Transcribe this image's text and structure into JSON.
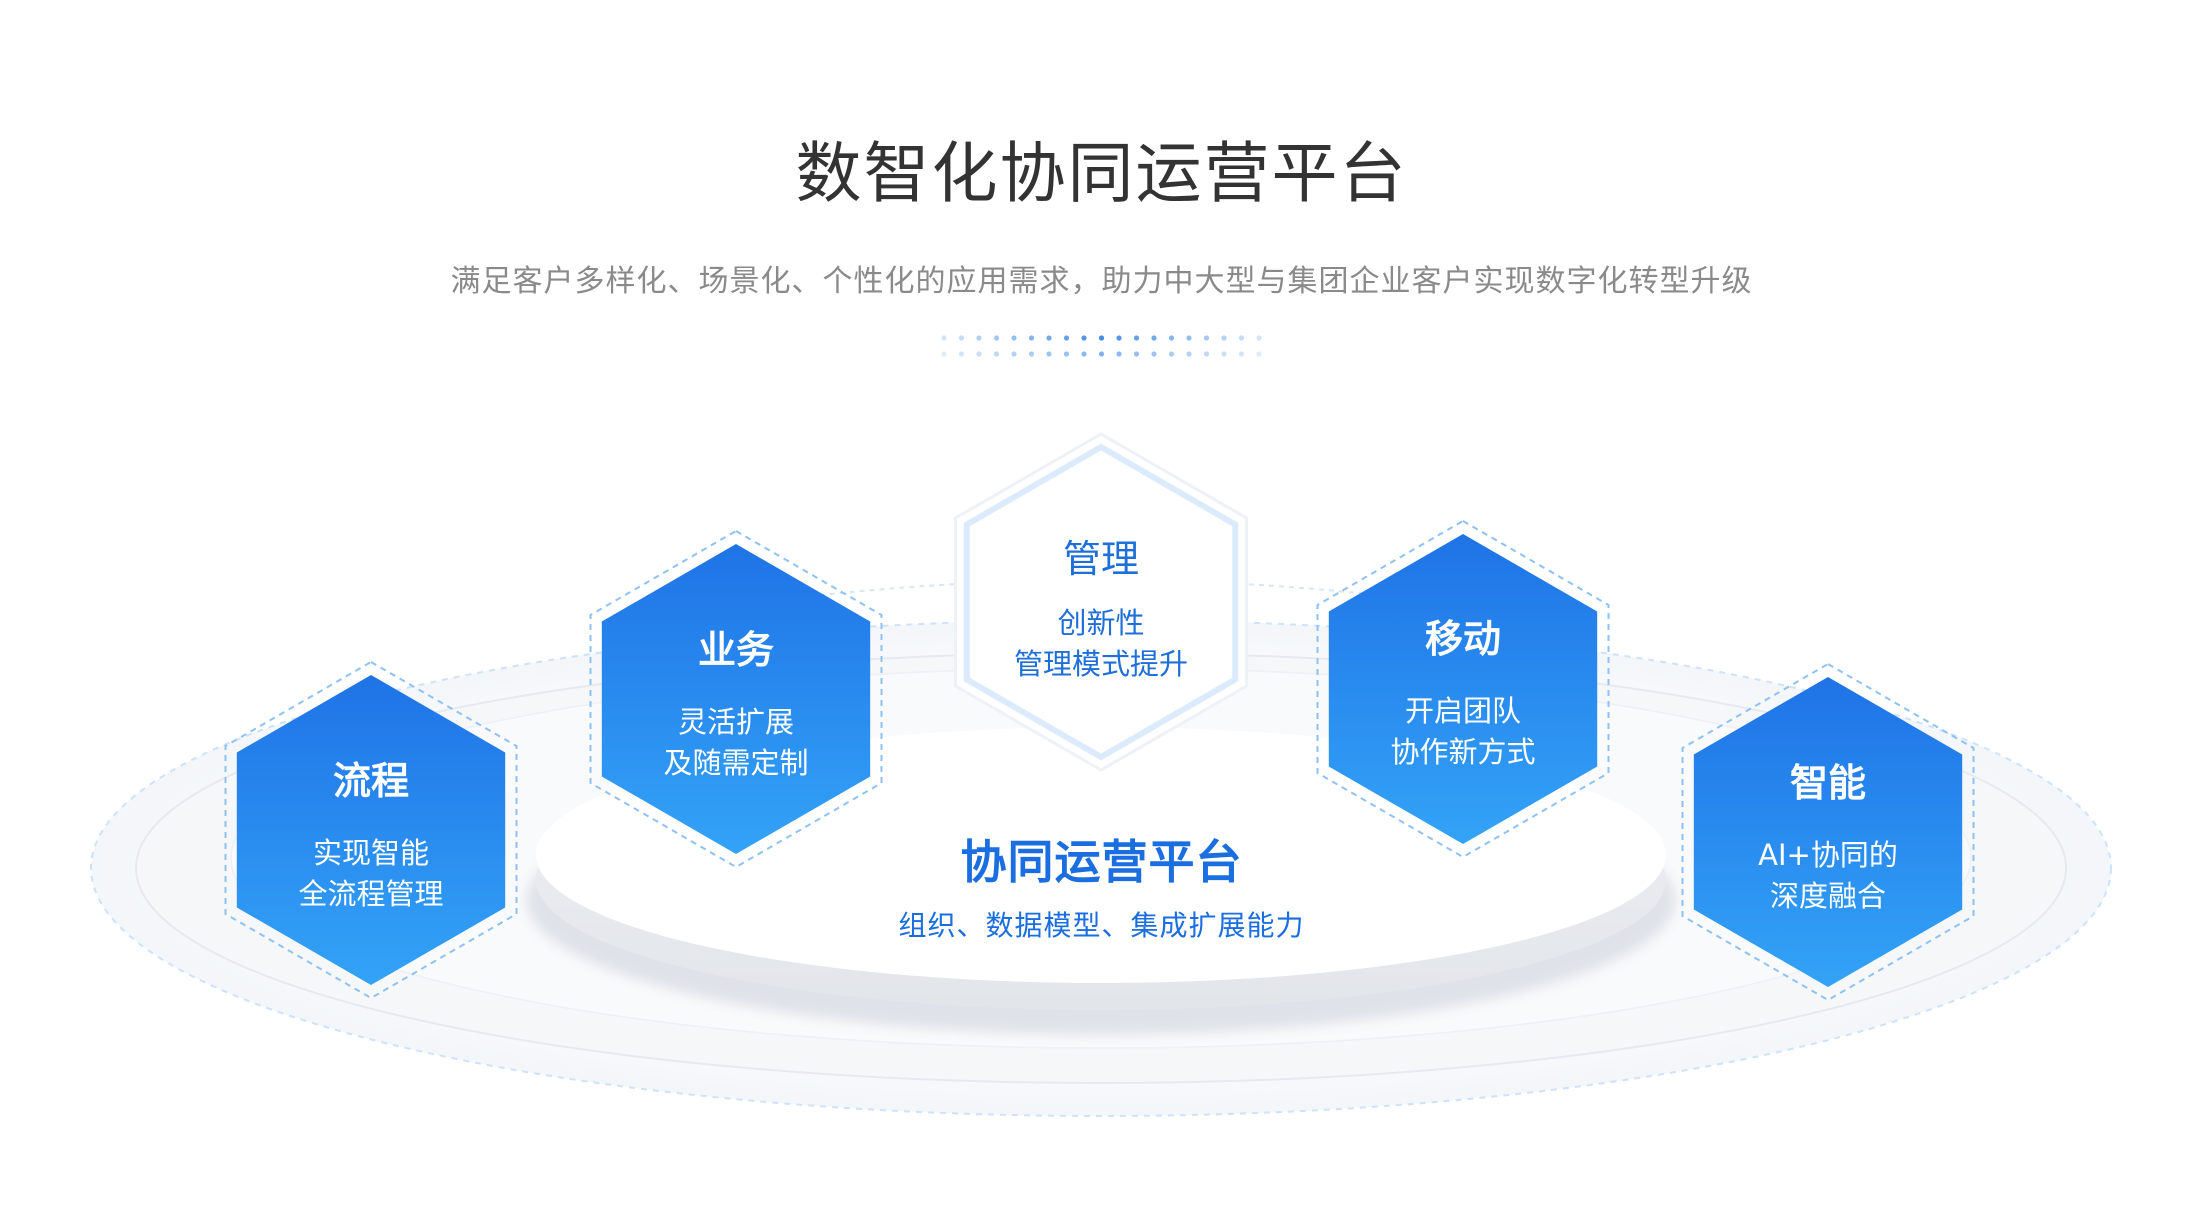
{
  "header": {
    "title": "数智化协同运营平台",
    "subtitle": "满足客户多样化、场景化、个性化的应用需求，助力中大型与集团企业客户实现数字化转型升级"
  },
  "center": {
    "title": "协同运营平台",
    "description": "组织、数据模型、集成扩展能力"
  },
  "nodes": [
    {
      "title": "流程",
      "desc1": "实现智能",
      "desc2": "全流程管理"
    },
    {
      "title": "业务",
      "desc1": "灵活扩展",
      "desc2": "及随需定制"
    },
    {
      "title": "管理",
      "desc1": "创新性",
      "desc2": "管理模式提升"
    },
    {
      "title": "移动",
      "desc1": "开启团队",
      "desc2": "协作新方式"
    },
    {
      "title": "智能",
      "desc1": "AI+协同的",
      "desc2": "深度融合"
    }
  ],
  "colors": {
    "hex_top": "#1f73e6",
    "hex_bottom": "#33a3f7",
    "accent": "#1a6ee0",
    "title_text": "#333333",
    "subtitle_text": "#8a8a8a"
  }
}
